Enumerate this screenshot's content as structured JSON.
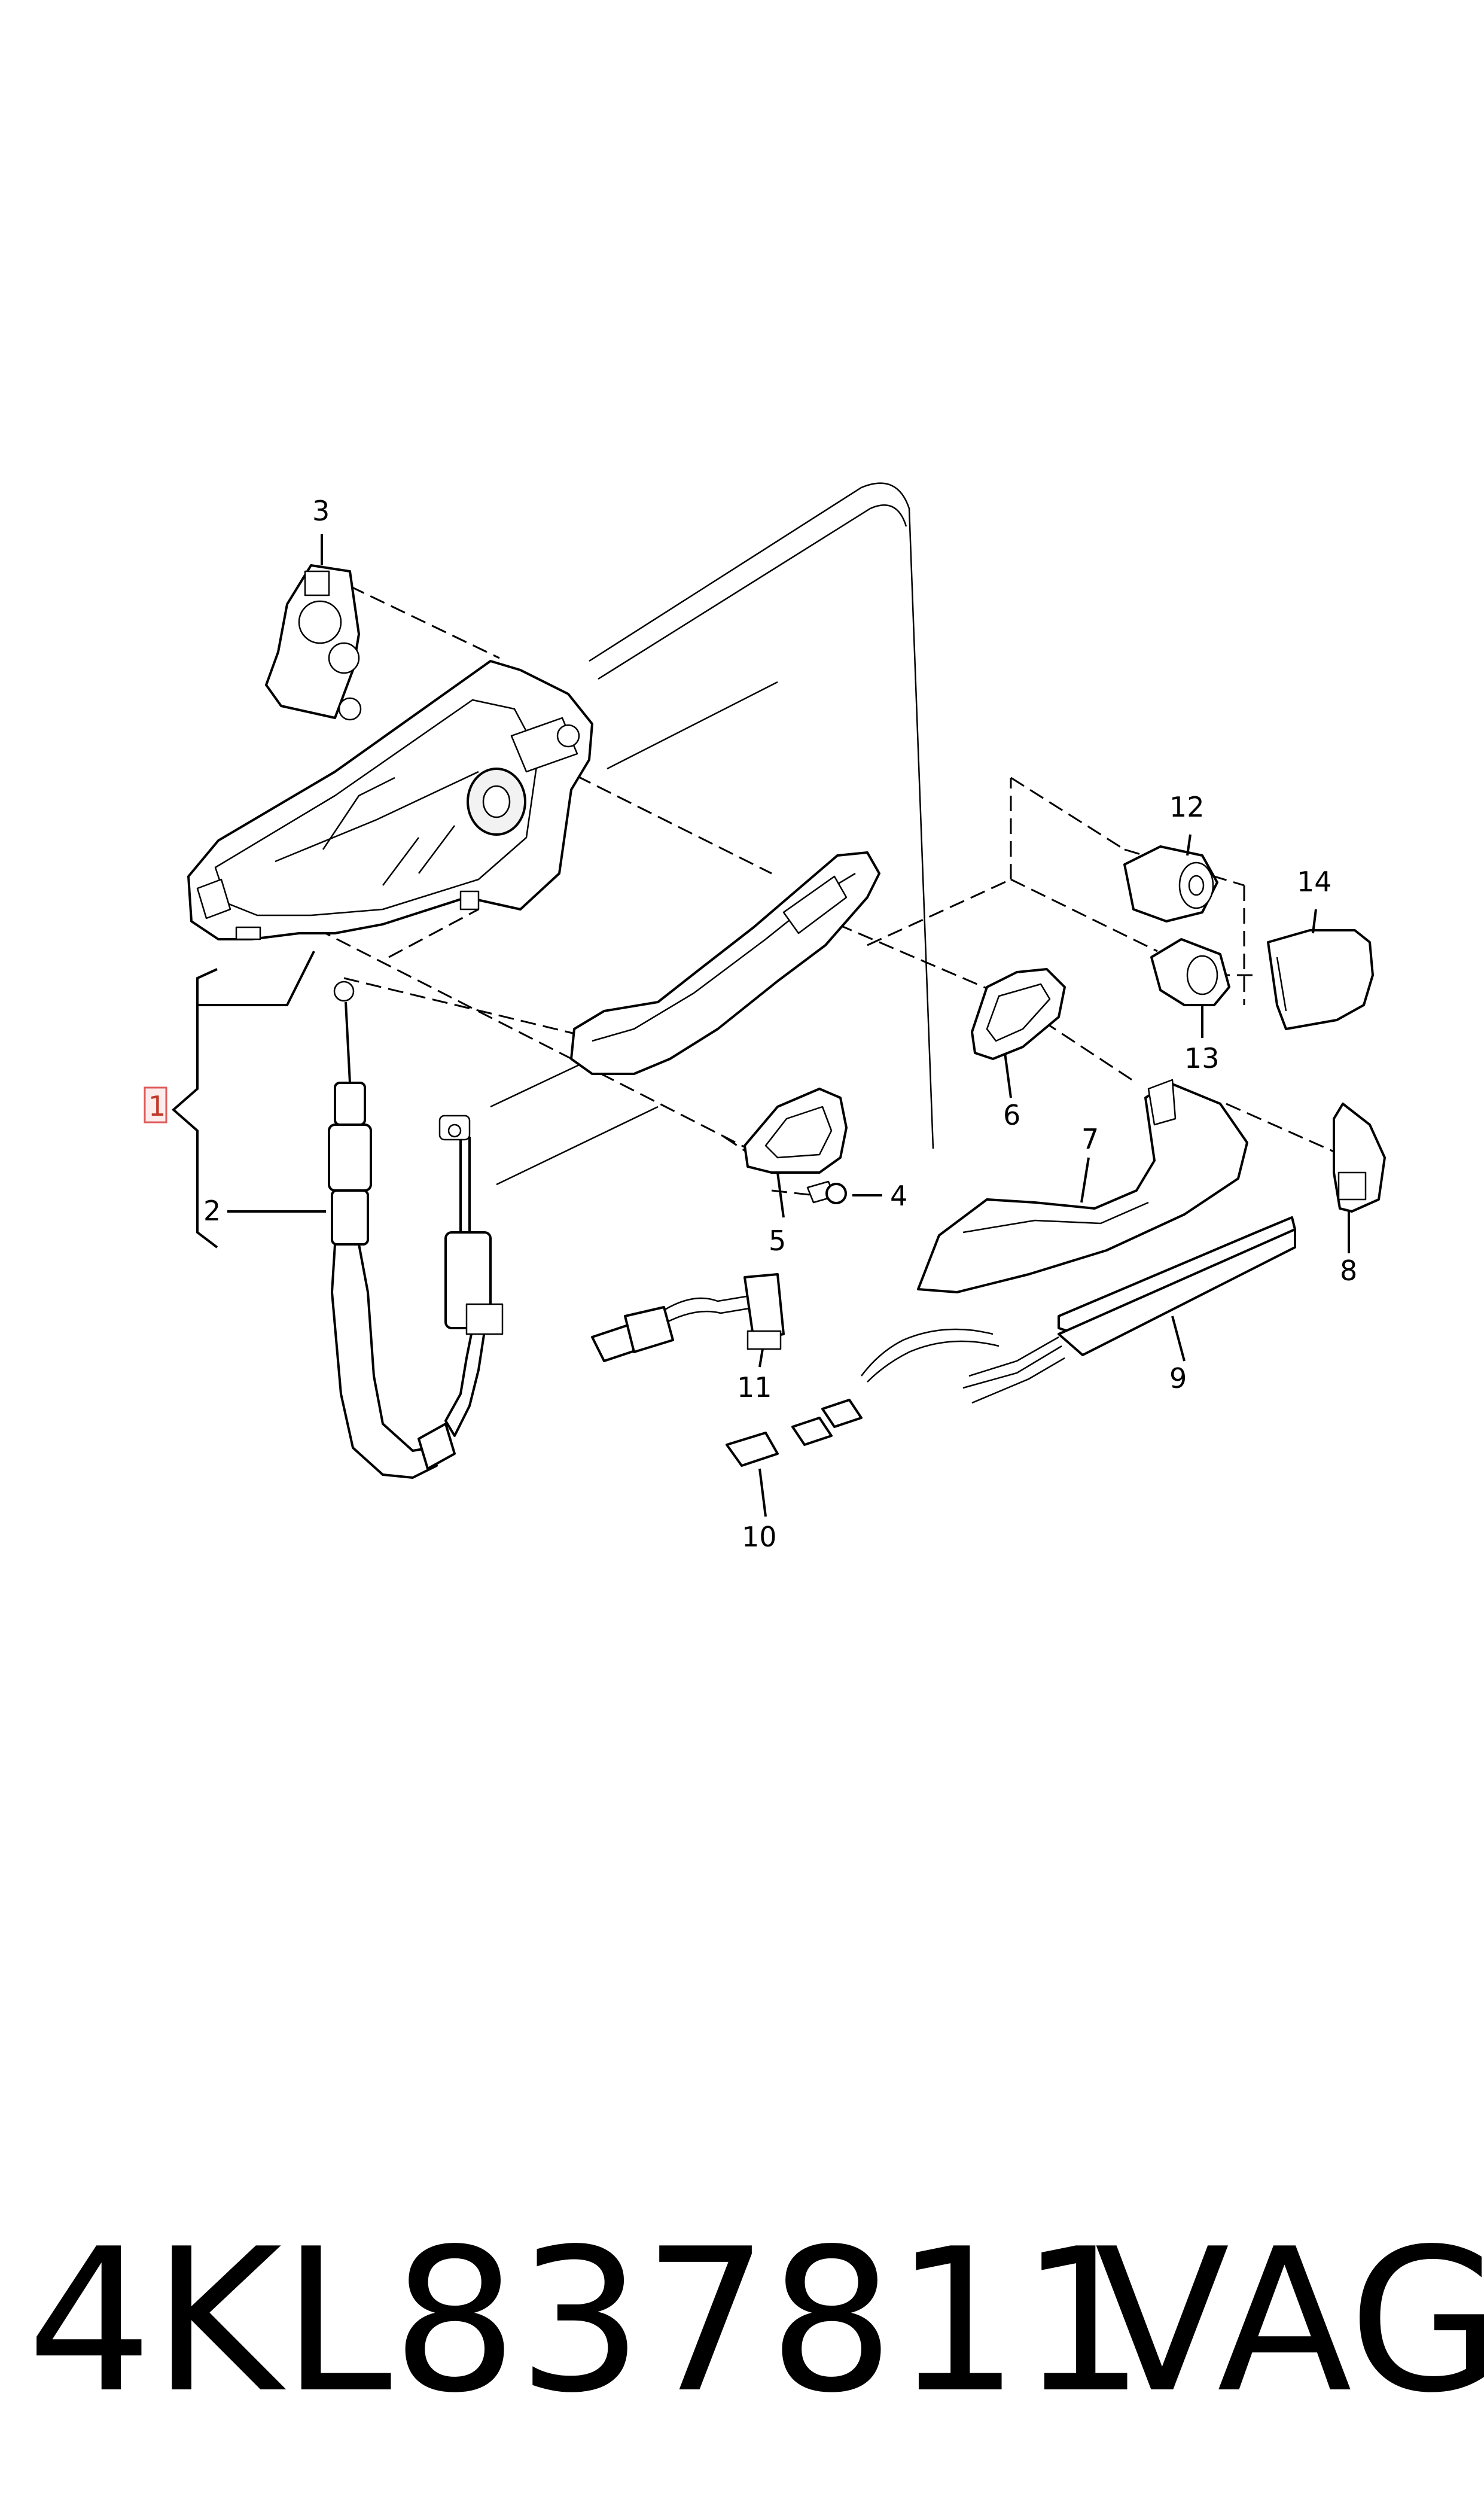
{
  "diagram": {
    "callouts": {
      "c1": "1",
      "c2": "2",
      "c3": "3",
      "c4": "4",
      "c5": "5",
      "c6": "6",
      "c7": "7",
      "c8": "8",
      "c9": "9",
      "c10": "10",
      "c11": "11",
      "c12": "12",
      "c13": "13",
      "c14": "14"
    },
    "highlight_color": "#e05a5a"
  },
  "footer": {
    "part_number": "4KL837811",
    "brand": "VAG"
  }
}
